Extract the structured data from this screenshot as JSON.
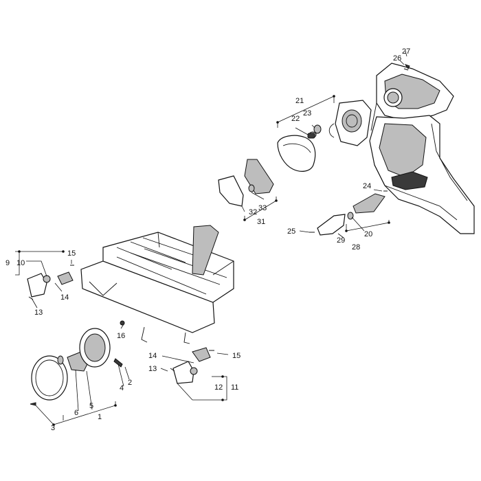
{
  "callouts": {
    "c1": "1",
    "c2": "2",
    "c3": "3",
    "c4": "4",
    "c5": "5",
    "c6": "6",
    "c9": "9",
    "c10": "10",
    "c11": "11",
    "c12": "12",
    "c13a": "13",
    "c13b": "13",
    "c14a": "14",
    "c14b": "14",
    "c15a": "15",
    "c15b": "15",
    "c16": "16",
    "c20": "20",
    "c21": "21",
    "c22": "22",
    "c23": "23",
    "c24": "24",
    "c25": "25",
    "c26": "26",
    "c27": "27",
    "c28": "28",
    "c29": "29",
    "c31": "31",
    "c32": "32",
    "c33": "33"
  },
  "colors": {
    "line": "#111111",
    "shade": "#bdbdbd",
    "dark": "#3a3a3a",
    "background": "#ffffff"
  }
}
